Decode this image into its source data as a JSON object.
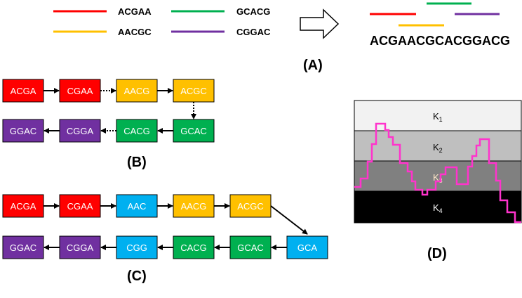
{
  "panel_a": {
    "legend": [
      {
        "seq": "ACGAA",
        "color": "#ff0000"
      },
      {
        "seq": "AACGC",
        "color": "#ffc000"
      },
      {
        "seq": "GCACG",
        "color": "#00b050"
      },
      {
        "seq": "CGGAC",
        "color": "#7030a0"
      }
    ],
    "assembled": "ACGAACGCACGGACG",
    "label": "(A)"
  },
  "panel_b": {
    "row1": [
      "ACGA",
      "CGAA",
      "AACG",
      "ACGC"
    ],
    "row2": [
      "GGAC",
      "CGGA",
      "CACG",
      "GCAC"
    ],
    "label": "(B)"
  },
  "panel_c": {
    "row1": [
      "ACGA",
      "CGAA",
      "AAC",
      "AACG",
      "ACGC"
    ],
    "row2": [
      "GGAC",
      "CGGA",
      "CGG",
      "CACG",
      "GCAC",
      "GCA"
    ],
    "label": "(C)"
  },
  "panel_d": {
    "k1": "K",
    "k1_sub": "1",
    "k2": "K",
    "k2_sub": "2",
    "k3": "K",
    "k3_sub": "3",
    "k4": "K",
    "k4_sub": "4",
    "label": "(D)"
  },
  "colors": {
    "red": "#ff0000",
    "orange": "#ffc000",
    "green": "#00b050",
    "purple": "#7030a0",
    "blue": "#00b0f0",
    "magenta": "#ff33cc"
  }
}
